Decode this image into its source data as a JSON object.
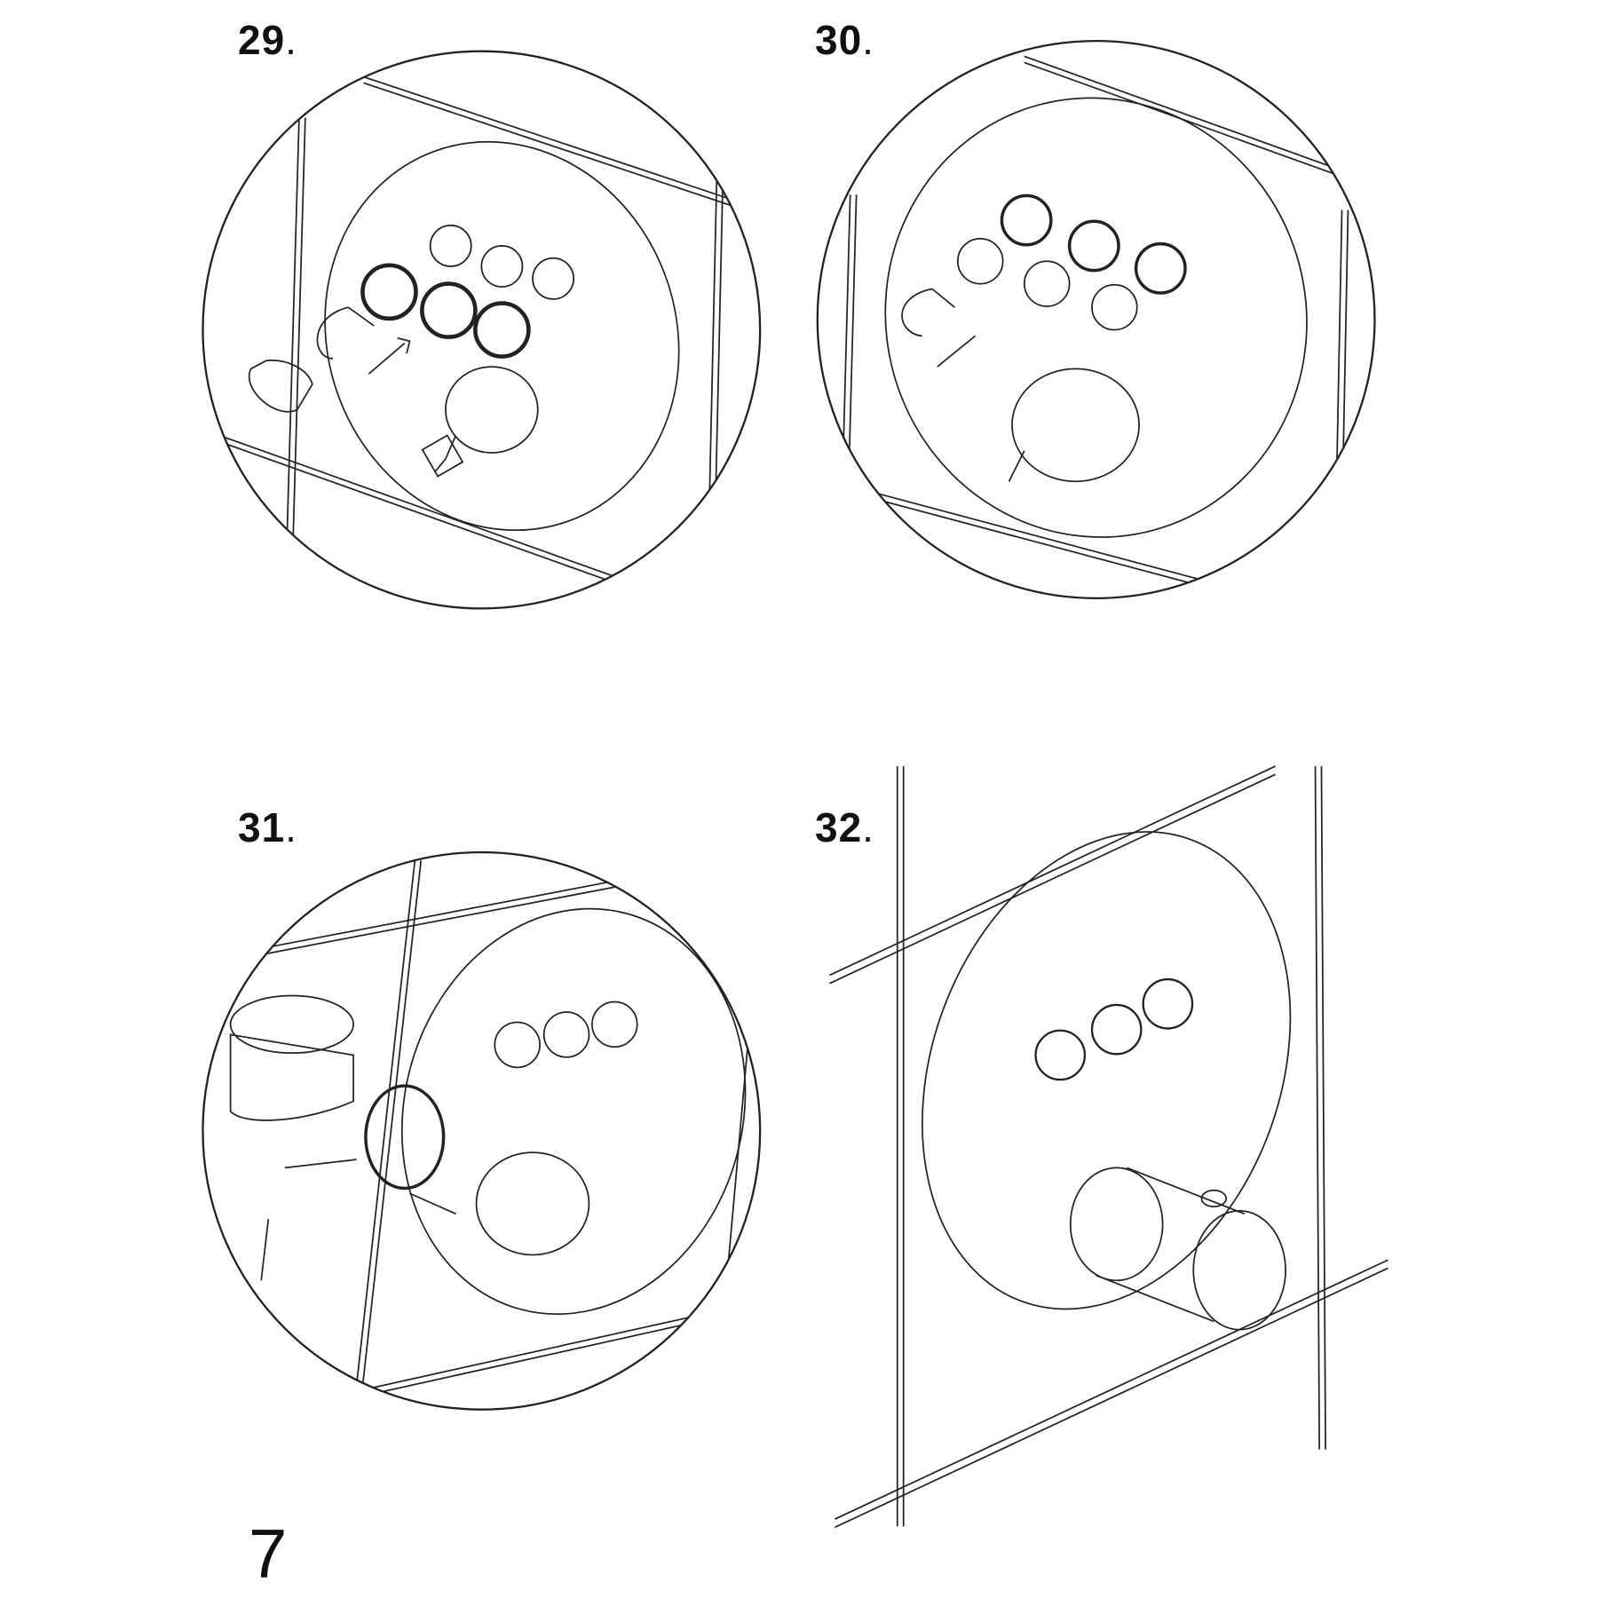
{
  "steps": [
    {
      "number": "29",
      "suffix": "."
    },
    {
      "number": "30",
      "suffix": "."
    },
    {
      "number": "31",
      "suffix": "."
    },
    {
      "number": "32",
      "suffix": "."
    }
  ],
  "page_number": "7"
}
